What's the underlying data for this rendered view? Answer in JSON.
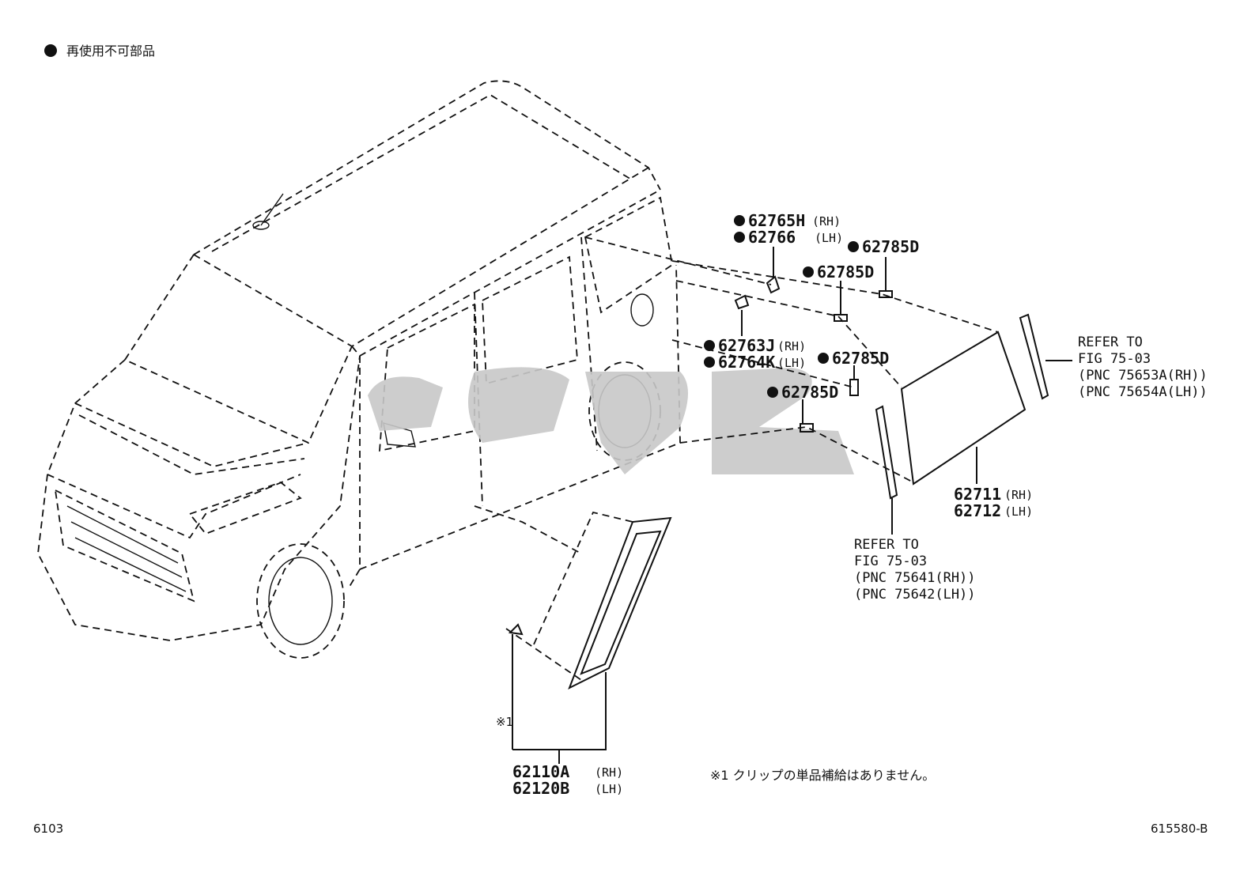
{
  "legend": {
    "bullet_text": "再使用不可部品"
  },
  "parts": {
    "p62765": {
      "number": "62765H",
      "side": "(RH)"
    },
    "p62766": {
      "number": "62766",
      "side": "(LH)"
    },
    "p62785_a": {
      "number": "62785D"
    },
    "p62785_b": {
      "number": "62785D"
    },
    "p62763": {
      "number": "62763J",
      "side": "(RH)"
    },
    "p62764": {
      "number": "62764K",
      "side": "(LH)"
    },
    "p62785_c": {
      "number": "62785D"
    },
    "p62785_d": {
      "number": "62785D"
    },
    "p62711": {
      "number": "62711",
      "side": "(RH)"
    },
    "p62712": {
      "number": "62712",
      "side": "(LH)"
    },
    "p62110": {
      "number": "62110A",
      "side": "(RH)"
    },
    "p62120": {
      "number": "62120B",
      "side": "(LH)"
    }
  },
  "refer_upper": {
    "line1": "REFER TO",
    "line2": "FIG 75-03",
    "line3": "(PNC 75653A(RH))",
    "line4": "(PNC 75654A(LH))"
  },
  "refer_lower": {
    "line1": "REFER TO",
    "line2": "FIG 75-03",
    "line3": "(PNC 75641(RH))",
    "line4": "(PNC 75642(LH))"
  },
  "clip_mark": "※1",
  "footnote": "※1 クリップの単品補給はありません。",
  "footer": {
    "left": "6103",
    "right": "615580-B"
  },
  "colors": {
    "ink": "#111111",
    "watermark": "#c8c8c8",
    "background": "#ffffff"
  }
}
